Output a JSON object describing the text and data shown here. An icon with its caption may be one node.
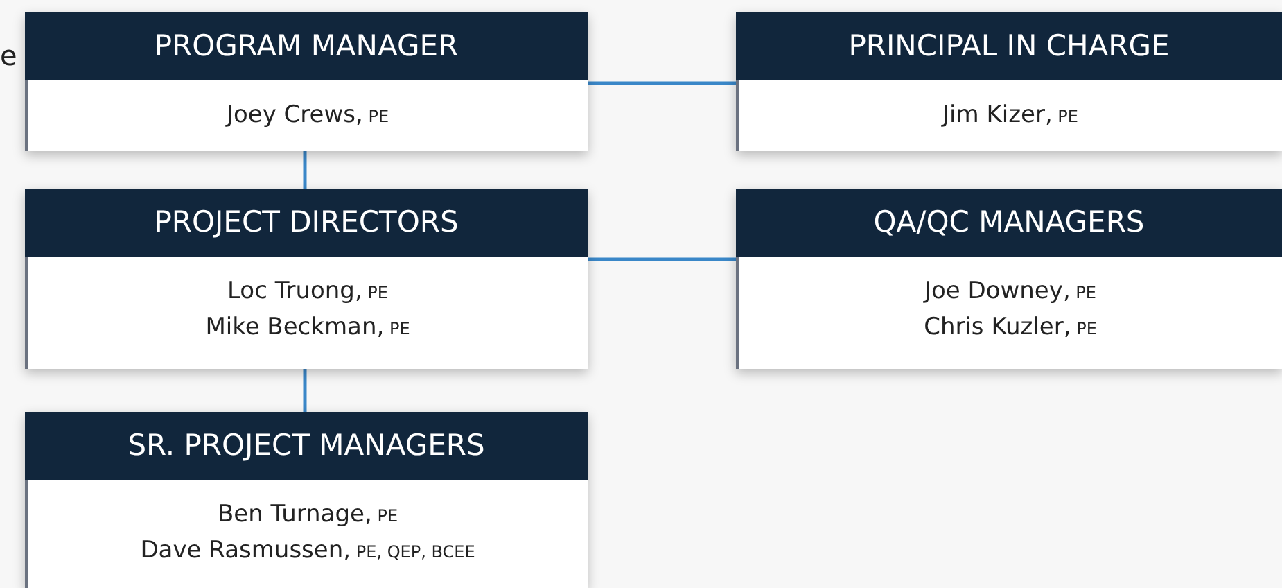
{
  "diagram": {
    "nodes": [
      {
        "text": [
          "PROGRAM MANAGER",
          "Joey Crews, PE"
        ]
      },
      {
        "text": [
          "PRINCIPAL IN CHARGE",
          "Jim Kizer, PE"
        ]
      },
      {
        "text": [
          "PROJECT DIRECTORS",
          "Loc Truong, PE",
          "Mike Beckman, PE"
        ]
      },
      {
        "text": [
          "QA/QC MANAGERS",
          "Joe Downey, PE",
          "Chris Kuzler, PE"
        ]
      },
      {
        "text": [
          "SR. PROJECT MANAGERS",
          "Ben Turnage, PE",
          "Dave Rasmussen, PE, QEP, BCEE"
        ]
      }
    ],
    "edges": [
      {
        "from": 0,
        "to": 1,
        "arrow": "none"
      },
      {
        "from": 0,
        "to": 2,
        "arrow": "none"
      },
      {
        "from": 2,
        "to": 3,
        "arrow": "none"
      },
      {
        "from": 2,
        "to": 4,
        "arrow": "none"
      }
    ],
    "labels": [
      "e"
    ]
  }
}
